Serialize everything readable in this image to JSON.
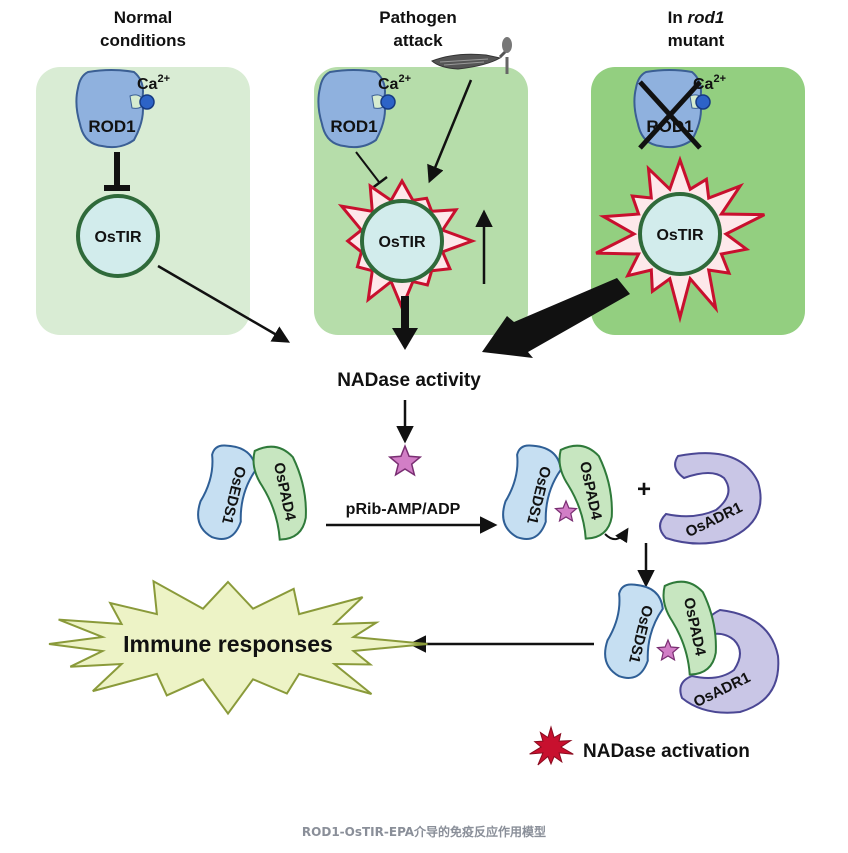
{
  "columns": {
    "normal": [
      "Normal",
      "conditions"
    ],
    "pathogen": [
      "Pathogen",
      "attack"
    ],
    "mutant": {
      "prefix": "In ",
      "italic": "rod1",
      "line2": "mutant"
    }
  },
  "proteins": {
    "rod1": "ROD1",
    "ca": "Ca",
    "ca_sup": "2+",
    "ostir": "OsTIR",
    "oseds1": "OsEDS1",
    "ospad4": "OsPAD4",
    "osadr1": "OsADR1"
  },
  "labels": {
    "nadase_activity": "NADase activity",
    "prib": "pRib-AMP/ADP",
    "plus": "+",
    "immune": "Immune responses",
    "nadase_activation": "NADase activation"
  },
  "caption": "ROD1-OsTIR-EPA介导的免疫反应作用模型",
  "colors": {
    "panel1": "#d9ecd4",
    "panel2": "#b6ddaa",
    "panel3": "#93cf80",
    "rod1": "#8fb1de",
    "ostir_fill": "#d2ecec",
    "ostir_stroke": "#2f6a3a",
    "star_red": "#c8102e",
    "eds1": "#c6dff2",
    "pad4": "#c7e6c0",
    "adr1": "#c9c6e6",
    "immune": "#edf3c6",
    "pstar": "#d27ec6"
  }
}
